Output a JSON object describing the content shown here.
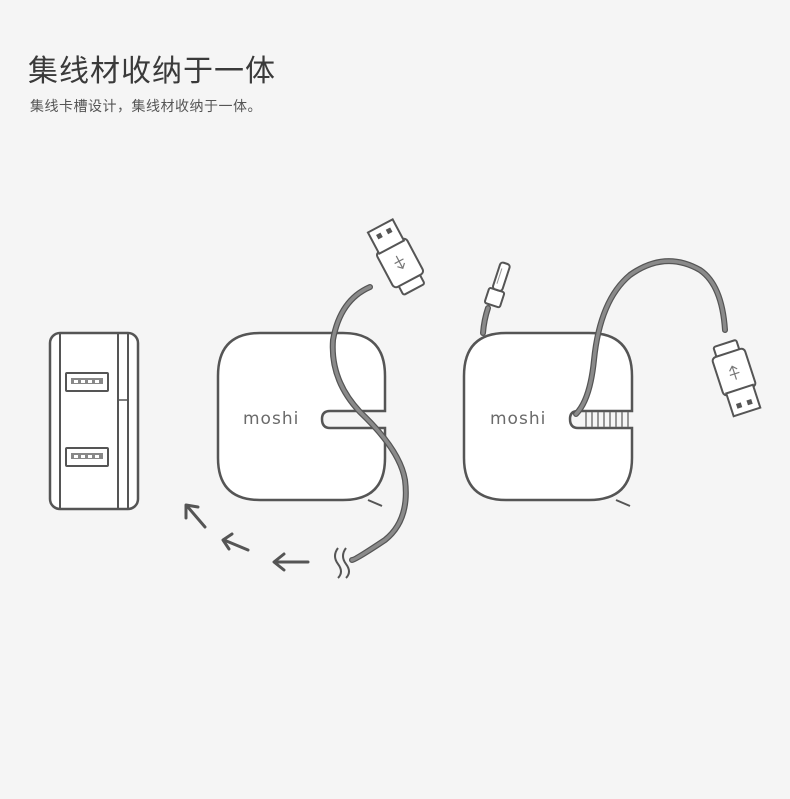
{
  "heading": {
    "title": "集线材收纳于一体",
    "subtitle": "集线卡槽设计，集线材收纳于一体。"
  },
  "devices": {
    "brand_left": "moshi",
    "brand_right": "moshi"
  },
  "colors": {
    "background": "#f5f5f5",
    "outline": "#555555",
    "cable": "#8a8a8a",
    "device_fill": "#ffffff"
  },
  "icons": [
    "usb-port-icon",
    "usb-plug-icon",
    "lightning-plug-icon",
    "rotate-arrow-icon",
    "cable-break-icon"
  ]
}
